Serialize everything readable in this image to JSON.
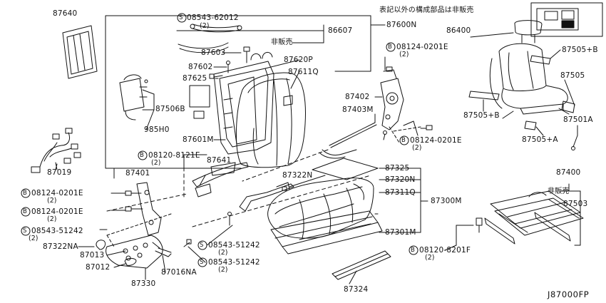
{
  "diagram": {
    "note_top": "表記以外の構成部品は非販売",
    "not_sold": "非販売",
    "diagram_code": "J87000FP",
    "parts": {
      "p87640": "87640",
      "p86400": "86400",
      "p08543_62012": "08543-62012",
      "p08543_62012_q": "(2)",
      "p86607": "86607",
      "p87600N": "87600N",
      "p87603": "87603",
      "p87620P": "87620P",
      "p87602": "87602",
      "p87611Q": "87611Q",
      "p87625": "87625",
      "p87506B": "87506B",
      "p985H0": "985H0",
      "p87601M": "87601M",
      "p08124_top": "08124-0201E",
      "p08124_top_q": "(2)",
      "p87402": "87402",
      "p87403M": "87403M",
      "p08124_mid": "08124-0201E",
      "p08124_mid_q": "(2)",
      "p87505B_top": "87505+B",
      "p87505": "87505",
      "p87505B_left": "87505+B",
      "p87501A": "87501A",
      "p87505A": "87505+A",
      "p08120_8121E": "08120-8121E",
      "p08120_8121E_q": "(2)",
      "p87641": "87641",
      "p87019": "87019",
      "p87401": "87401",
      "p08124_l1": "08124-0201E",
      "p08124_l1_q": "(2)",
      "p08124_l2": "08124-0201E",
      "p08124_l2_q": "(2)",
      "p08543_51242_l": "08543-51242",
      "p08543_51242_l_q": "(2)",
      "p87322NA": "87322NA",
      "p87013": "87013",
      "p87012": "87012",
      "p87016NA": "87016NA",
      "p87330": "87330",
      "p08543_51242_m1": "08543-51242",
      "p08543_51242_m1_q": "(2)",
      "p08543_51242_m2": "08543-51242",
      "p08543_51242_m2_q": "(2)",
      "p87325": "87325",
      "p87322N": "87322N",
      "p87320N": "87320N",
      "p87311Q": "87311Q",
      "p87300M": "87300M",
      "p87301M": "87301M",
      "p87324": "87324",
      "p87400": "87400",
      "p87503": "87503",
      "p08120_8201F": "08120-8201F",
      "p08120_8201F_q": "(2)"
    }
  }
}
